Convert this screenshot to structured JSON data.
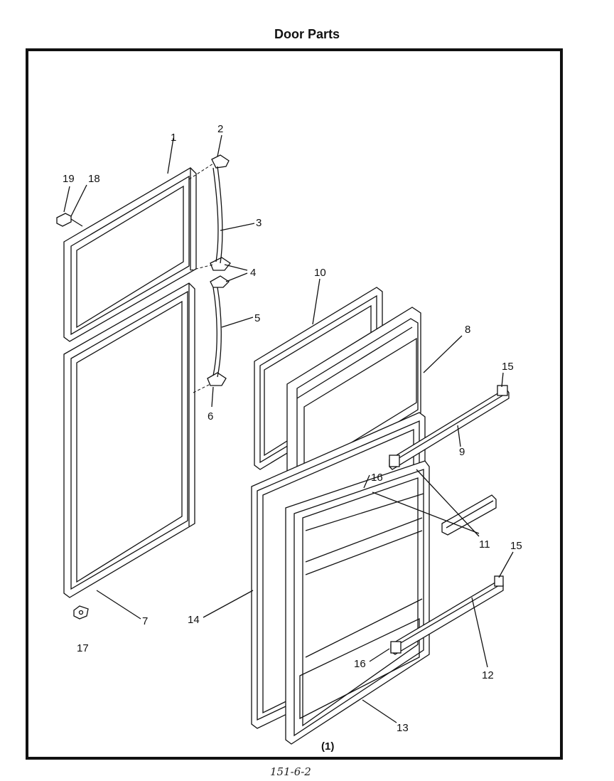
{
  "title": "Door Parts",
  "figure_number": "(1)",
  "footer_code": "151-6-2",
  "callouts": {
    "c1": "1",
    "c2": "2",
    "c3": "3",
    "c4": "4",
    "c5": "5",
    "c6": "6",
    "c7": "7",
    "c8": "8",
    "c9": "9",
    "c10": "10",
    "c11": "11",
    "c12": "12",
    "c13": "13",
    "c14": "14",
    "c15a": "15",
    "c15b": "15",
    "c16a": "16",
    "c16b": "16",
    "c17": "17",
    "c18": "18",
    "c19": "19"
  }
}
